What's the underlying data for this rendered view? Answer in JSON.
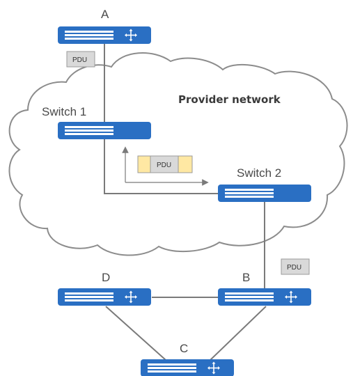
{
  "cloud": {
    "title": "Provider network"
  },
  "nodes": {
    "a": {
      "label": "A"
    },
    "b": {
      "label": "B"
    },
    "c": {
      "label": "C"
    },
    "d": {
      "label": "D"
    },
    "switch1": {
      "label": "Switch 1"
    },
    "switch2": {
      "label": "Switch 2"
    }
  },
  "pdus": {
    "top": "PDU",
    "inner": "PDU",
    "right": "PDU"
  },
  "colors": {
    "device": "#2a6fc3",
    "device_stripe": "#ffffff",
    "link": "#7a7a7a",
    "cloud_stroke": "#8c8c8c",
    "pdu_fill": "#d9d9d9",
    "tag_fill": "#ffe8a3"
  },
  "icons": {
    "router": "router-arrows-icon",
    "switch": "switch-icon"
  }
}
